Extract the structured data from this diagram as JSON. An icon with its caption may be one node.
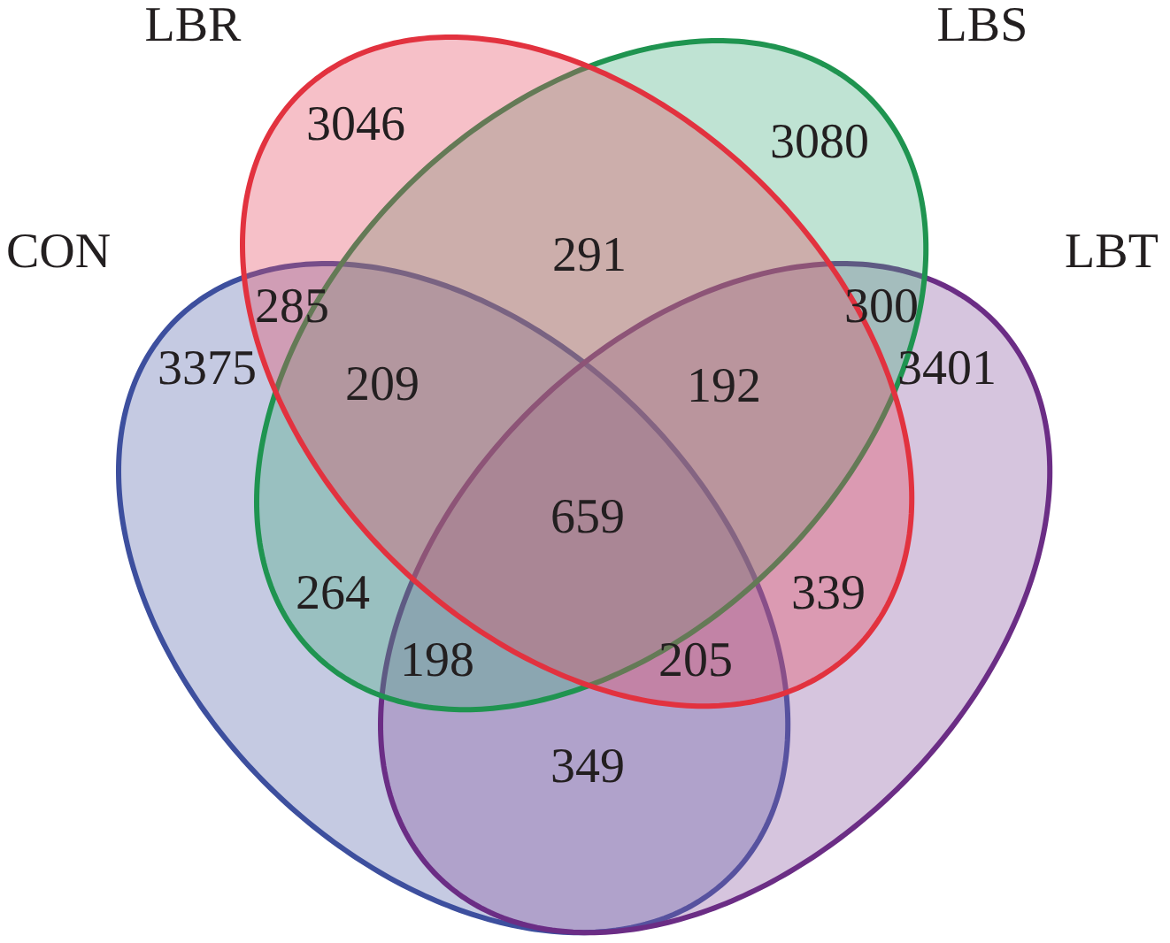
{
  "diagram": {
    "nodes": [
      {
        "text": [
          "LBR"
        ]
      },
      {
        "text": [
          "LBS"
        ]
      },
      {
        "text": [
          "CON"
        ]
      },
      {
        "text": [
          "LBT"
        ]
      }
    ],
    "labels": [
      "3046",
      "3080",
      "291",
      "285",
      "300",
      "3375",
      "209",
      "192",
      "3401",
      "659",
      "264",
      "339",
      "198",
      "205",
      "349"
    ]
  }
}
